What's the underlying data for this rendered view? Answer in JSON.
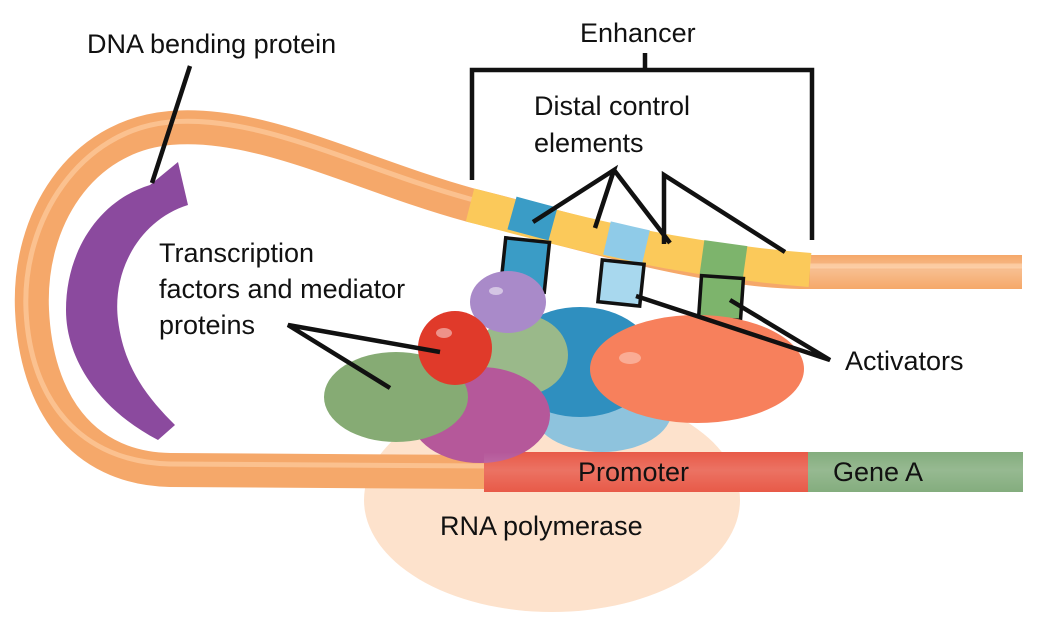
{
  "title": "Enhancer-mediated transcription activation",
  "labels": {
    "dna_bending_protein": "DNA bending protein",
    "enhancer": "Enhancer",
    "distal_line1": "Distal control",
    "distal_line2": "elements",
    "tf_line1": "Transcription",
    "tf_line2": "factors and mediator",
    "tf_line3": "proteins",
    "activators": "Activators",
    "promoter": "Promoter",
    "gene": "Gene A",
    "rna_polymerase": "RNA polymerase"
  },
  "colors": {
    "dna": "#f5a86a",
    "enhancer_region": "#fbc95a",
    "element_blue": "#3a9cc6",
    "element_lightblue": "#8fcbe8",
    "element_green": "#7db46c",
    "promoter": "#e85a48",
    "gene": "#84ad7e",
    "bending_protein": "#8b4a9e",
    "rna_polymerase": "#fde2cc",
    "tf_green": "#86ab74",
    "tf_red": "#e03a2a",
    "tf_purple": "#a98ac9",
    "tf_magenta": "#b5589a",
    "tf_blue": "#2f8fbf",
    "activator_orange": "#f7805c"
  }
}
